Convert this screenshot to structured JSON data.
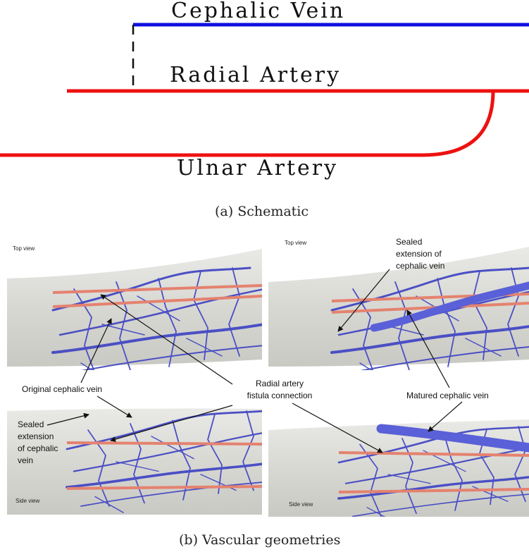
{
  "schematic": {
    "vessels": [
      {
        "label": "Cephalic Vein",
        "color": "#1010e0"
      },
      {
        "label": "Radial Artery",
        "color": "#ee1111"
      },
      {
        "label": "Ulnar Artery",
        "color": "#ee1111"
      }
    ],
    "caption": "(a) Schematic"
  },
  "geometries": {
    "caption": "(b) Vascular geometries",
    "view_labels": {
      "top_left": "Top view",
      "top_right": "Top view",
      "bottom_left": "Side view",
      "bottom_right": "Side view"
    },
    "annotations": {
      "original_cephalic": "Original cephalic vein",
      "radial_fistula_1": "Radial artery",
      "radial_fistula_2": "fistula connection",
      "matured_cephalic": "Matured cephalic vein",
      "sealed_top_1": "Sealed",
      "sealed_top_2": "extension of",
      "sealed_top_3": "cephalic vein",
      "sealed_side_1": "Sealed",
      "sealed_side_2": "extension",
      "sealed_side_3": "of cephalic",
      "sealed_side_4": "vein"
    },
    "colors": {
      "vein": "#4a4fc4",
      "artery": "#e4826f",
      "tissue": "#dcdcd7"
    }
  }
}
